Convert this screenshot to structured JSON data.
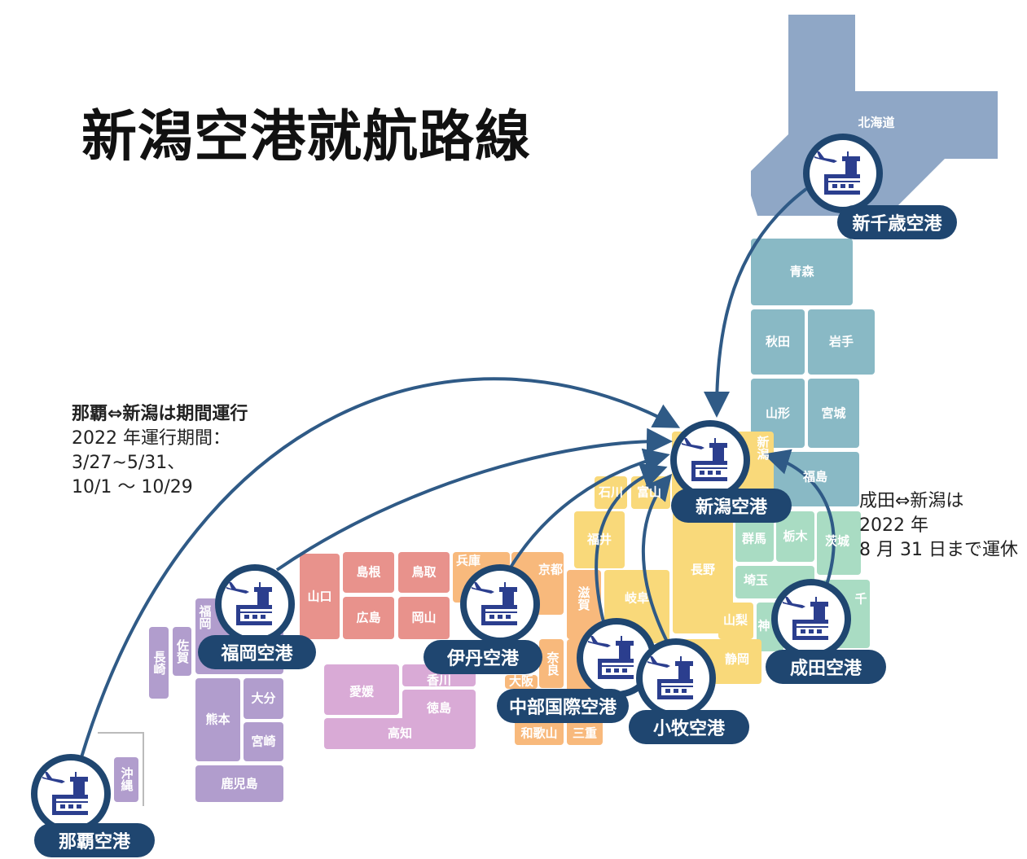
{
  "title": "新潟空港就航路線",
  "notes": {
    "naha": {
      "heading": "那覇⇔新潟は期間運行",
      "line1": "2022 年運行期間：",
      "line2": "3/27~5/31、",
      "line3": "10/1 ～ 10/29"
    },
    "narita": {
      "line1": "成田⇔新潟は",
      "line2": "2022 年",
      "line3": "8 月 31 日まで運休"
    }
  },
  "colors": {
    "hokkaido": "#8fa7c6",
    "tohoku": "#89b9c5",
    "kanto": "#a9dcc3",
    "chubu": "#f9d97a",
    "kinki": "#f8b97c",
    "chugoku": "#e8928c",
    "shikoku": "#d9aad6",
    "kyushu": "#b19dcd",
    "okinawa": "#b19dcd",
    "airport": "#1f4670",
    "icon": "#2b3e8e",
    "route": "#2f5a86"
  },
  "hokkaido_label": "北海道",
  "prefectures": [
    "青森",
    "秋田",
    "岩手",
    "山形",
    "宮城",
    "福島",
    "群馬",
    "栃木",
    "茨城",
    "埼玉",
    "神",
    "千",
    "石川",
    "富山",
    "福井",
    "岐阜",
    "長野",
    "山梨",
    "静岡",
    "京都",
    "滋賀",
    "奈良",
    "三重",
    "和歌山",
    "兵庫",
    "山口",
    "島根",
    "鳥取",
    "広島",
    "岡山",
    "愛媛",
    "香川",
    "徳島",
    "高知",
    "長崎",
    "佐賀",
    "福岡",
    "大分",
    "熊本",
    "宮崎",
    "鹿児島",
    "沖縄",
    "新潟",
    "大阪"
  ],
  "airports": [
    {
      "id": "shin-chitose",
      "name": "新千歳空港"
    },
    {
      "id": "niigata",
      "name": "新潟空港"
    },
    {
      "id": "fukuoka",
      "name": "福岡空港"
    },
    {
      "id": "itami",
      "name": "伊丹空港"
    },
    {
      "id": "chubu",
      "name": "中部国際空港"
    },
    {
      "id": "komaki",
      "name": "小牧空港"
    },
    {
      "id": "narita",
      "name": "成田空港"
    },
    {
      "id": "naha",
      "name": "那覇空港"
    }
  ]
}
